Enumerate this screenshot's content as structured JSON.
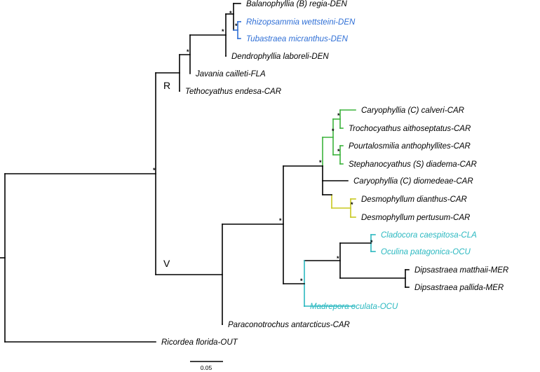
{
  "colors": {
    "default": "#000000",
    "blue": "#2f6fd6",
    "green": "#3bb33b",
    "yellow": "#c8c81e",
    "cyan": "#2ab8c0"
  },
  "support_symbol": "*",
  "clade_labels": {
    "R": "R",
    "V": "V"
  },
  "scale_bar": {
    "label": "0.05"
  },
  "taxa": [
    {
      "label": "Balanophyllia (B) regia-DEN",
      "color": "default"
    },
    {
      "label": "Rhizopsammia wettsteini-DEN",
      "color": "blue"
    },
    {
      "label": "Tubastraea micranthus-DEN",
      "color": "blue"
    },
    {
      "label": "Dendrophyllia laboreli-DEN",
      "color": "default"
    },
    {
      "label": "Javania cailleti-FLA",
      "color": "default"
    },
    {
      "label": "Tethocyathus endesa-CAR",
      "color": "default"
    },
    {
      "label": "Caryophyllia (C) calveri-CAR",
      "color": "default"
    },
    {
      "label": "Trochocyathus aithoseptatus-CAR",
      "color": "default"
    },
    {
      "label": "Pourtalosmilia anthophyllites-CAR",
      "color": "default"
    },
    {
      "label": "Stephanocyathus (S) diadema-CAR",
      "color": "default"
    },
    {
      "label": "Caryophyllia (C) diomedeae-CAR",
      "color": "default"
    },
    {
      "label": "Desmophyllum dianthus-CAR",
      "color": "default"
    },
    {
      "label": "Desmophyllum pertusum-CAR",
      "color": "default"
    },
    {
      "label": "Cladocora caespitosa-CLA",
      "color": "cyan"
    },
    {
      "label": "Oculina patagonica-OCU",
      "color": "cyan"
    },
    {
      "label": "Dipsastraea matthaii-MER",
      "color": "default"
    },
    {
      "label": "Dipsastraea pallida-MER",
      "color": "default"
    },
    {
      "label": "Madrepora oculata-OCU",
      "color": "cyan"
    },
    {
      "label": "Paraconotrochus antarcticus-CAR",
      "color": "default"
    },
    {
      "label": "Ricordea florida-OUT",
      "color": "default"
    }
  ]
}
